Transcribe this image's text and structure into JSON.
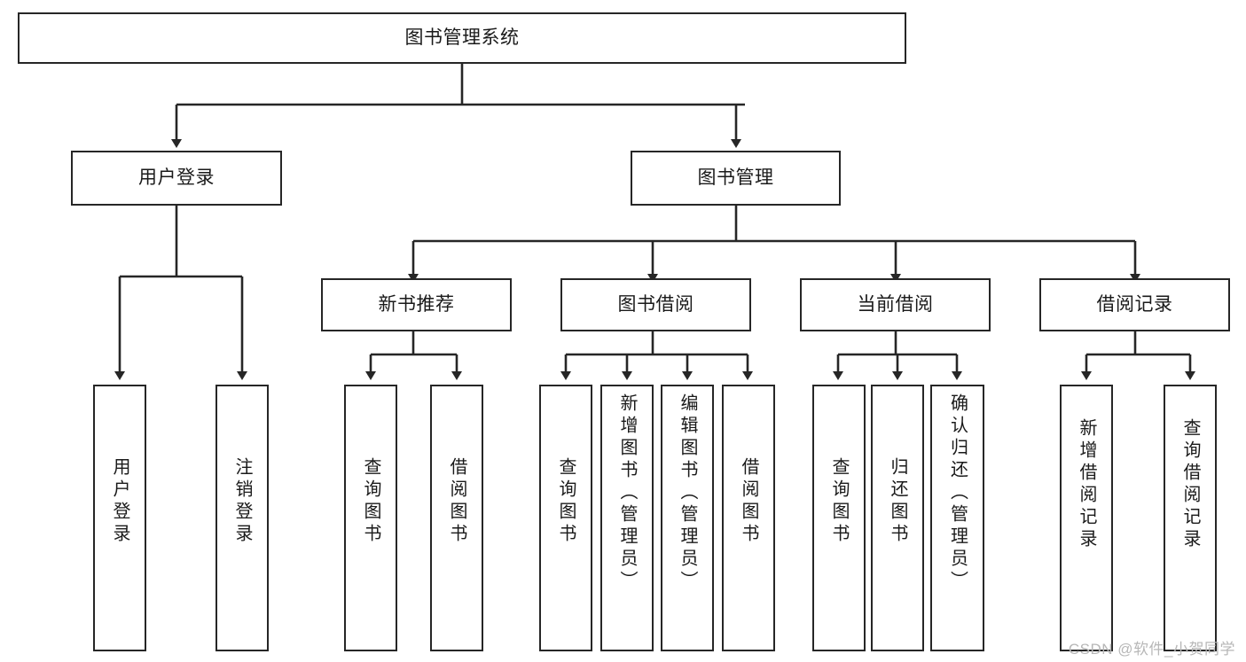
{
  "diagram": {
    "title": "图书管理系统",
    "type": "tree-hierarchy",
    "stroke_color": "#262626",
    "fill_color": "#ffffff",
    "text_color": "#1a1a1a"
  },
  "root": {
    "label": "图书管理系统"
  },
  "level2": [
    {
      "label": "用户登录"
    },
    {
      "label": "图书管理"
    }
  ],
  "level3": [
    {
      "label": "新书推荐"
    },
    {
      "label": "图书借阅"
    },
    {
      "label": "当前借阅"
    },
    {
      "label": "借阅记录"
    }
  ],
  "leaves": {
    "user_login": [
      {
        "label": "用户登录"
      },
      {
        "label": "注销登录"
      }
    ],
    "new_book": [
      {
        "label": "查询图书"
      },
      {
        "label": "借阅图书"
      }
    ],
    "book_borrow": [
      {
        "label": "查询图书"
      },
      {
        "label": "新增图书（管理员）"
      },
      {
        "label": "编辑图书（管理员）"
      },
      {
        "label": "借阅图书"
      }
    ],
    "current_borrow": [
      {
        "label": "查询图书"
      },
      {
        "label": "归还图书"
      },
      {
        "label": "确认归还（管理员）"
      }
    ],
    "borrow_record": [
      {
        "label": "新增借阅记录"
      },
      {
        "label": "查询借阅记录"
      }
    ]
  },
  "watermark": "CSDN @软件_小贺同学"
}
